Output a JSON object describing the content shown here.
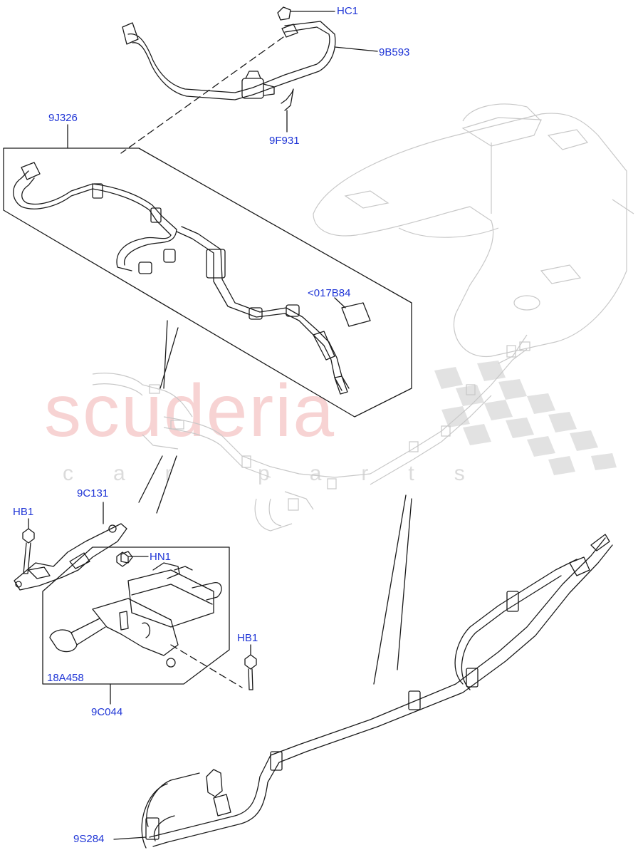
{
  "watermark": {
    "brand": "scuderia",
    "tagline": "car parts"
  },
  "labels": {
    "hc1": "HC1",
    "9b593": "9B593",
    "9f931": "9F931",
    "9j326": "9J326",
    "017b84": "<017B84",
    "9c131": "9C131",
    "hb1_left": "HB1",
    "hn1": "HN1",
    "hb1_right": "HB1",
    "18a458": "18A458",
    "9c044": "9C044",
    "9s284": "9S284"
  },
  "colors": {
    "label_text": "#1f35d6",
    "line_art": "#1a1a1a",
    "ghost_art": "#c8c8c8",
    "watermark_red": "#ec9696",
    "watermark_grey": "#bebebe"
  }
}
